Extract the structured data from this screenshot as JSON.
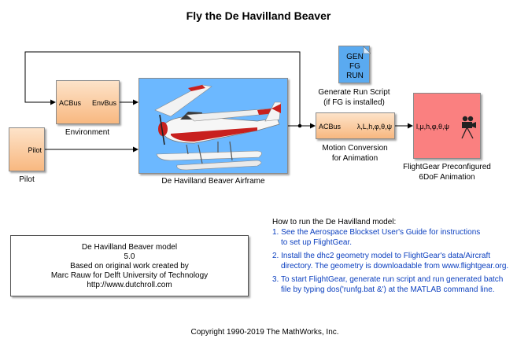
{
  "title": "Fly the De Havilland Beaver",
  "blocks": {
    "environment": {
      "in_port": "ACBus",
      "out_port": "EnvBus",
      "label": "Environment"
    },
    "pilot": {
      "out_port": "Pilot",
      "label": "Pilot"
    },
    "airframe": {
      "label": "De Havilland Beaver Airframe"
    },
    "gen_script": {
      "icon_text": [
        "GEN",
        "FG",
        "RUN"
      ],
      "label_line1": "Generate Run Script",
      "label_line2": "(if FG is installed)"
    },
    "motion": {
      "in_port": "ACBus",
      "out_port": "λ,L,h,φ,θ,ψ",
      "label_line1": "Motion Conversion",
      "label_line2": "for Animation"
    },
    "flightgear": {
      "in_port": "l,μ,h,φ,θ,ψ",
      "label_line1": "FlightGear Preconfigured",
      "label_line2": "6DoF Animation"
    }
  },
  "howto": {
    "heading": "How to run the De Havilland model:",
    "steps": [
      {
        "num": "1.",
        "line1": "See the Aerospace Blockset User's Guide for instructions",
        "line2": "to set up FlightGear."
      },
      {
        "num": "2.",
        "line1": "Install the dhc2 geometry model to FlightGear's data/Aircraft",
        "line2": "directory. The geometry is downloadable from www.flightgear.org."
      },
      {
        "num": "3.",
        "line1": "To start FlightGear, generate run script and run generated batch",
        "line2": "file by typing dos('runfg.bat &') at the MATLAB command line."
      }
    ]
  },
  "info_box": {
    "lines": [
      "De Havilland Beaver model",
      "5.0",
      "Based on original work created by",
      "Marc Rauw for Delft University of Technology",
      "http://www.dutchroll.com"
    ]
  },
  "copyright": "Copyright 1990-2019 The MathWorks, Inc.",
  "colors": {
    "block_orange_top": "#fde3c9",
    "block_orange_bottom": "#f8b880",
    "airframe_sky": "#6cb8ff",
    "gen_block": "#5aaaf0",
    "flightgear_block": "#fa8080",
    "link_blue": "#0b3fbf"
  },
  "icons": [
    "video-camera-icon",
    "airplane-image",
    "document-icon"
  ]
}
